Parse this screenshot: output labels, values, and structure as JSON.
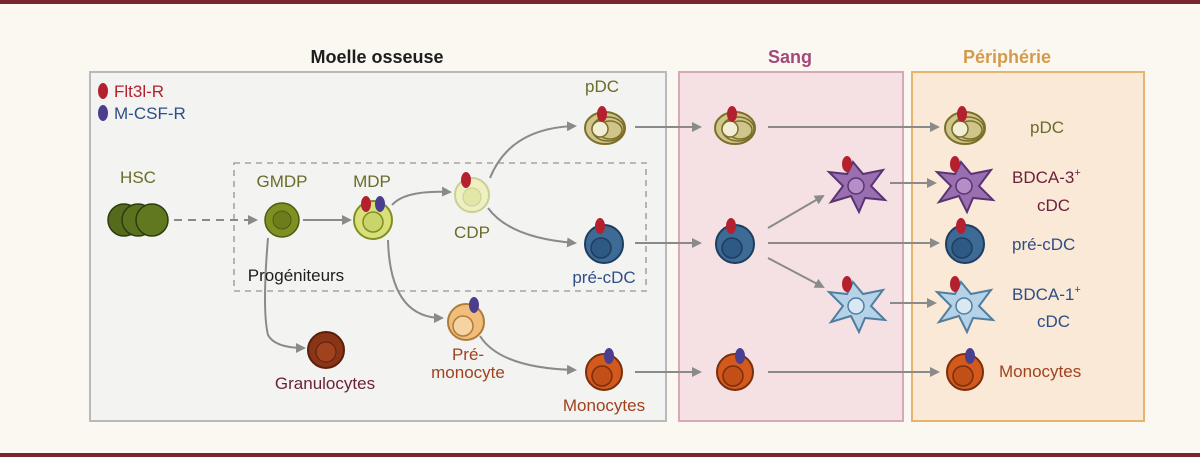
{
  "sections": {
    "bone_marrow": "Moelle osseuse",
    "blood": "Sang",
    "periphery": "Périphérie"
  },
  "legend": {
    "flt3": "Flt3l-R",
    "mcsf": "M-CSF-R"
  },
  "labels": {
    "hsc": "HSC",
    "gmdp": "GMDP",
    "mdp": "MDP",
    "cdp": "CDP",
    "pdc_marrow": "pDC",
    "pre_cdc_marrow": "pré-cDC",
    "progenitors": "Progéniteurs",
    "granulocytes": "Granulocytes",
    "pre_monocyte_1": "Pré-",
    "pre_monocyte_2": "monocyte",
    "monocytes_marrow": "Monocytes",
    "pdc_periph": "pDC",
    "bdca3_1": "BDCA-3",
    "bdca3_sup": "+",
    "bdca3_2": "cDC",
    "pre_cdc_periph": "pré-cDC",
    "bdca1_1": "BDCA-1",
    "bdca1_sup": "+",
    "bdca1_2": "cDC",
    "monocytes_periph": "Monocytes"
  },
  "colors": {
    "flt3_receptor": "#b5202f",
    "mcsf_receptor": "#4a3f8f",
    "olive_text": "#6b6b2a",
    "blue_text": "#2f4d86",
    "brown_text": "#a0421e",
    "maroon_text": "#6b1f3a",
    "pink_title": "#a4487a",
    "orange_title": "#d49a4c"
  }
}
